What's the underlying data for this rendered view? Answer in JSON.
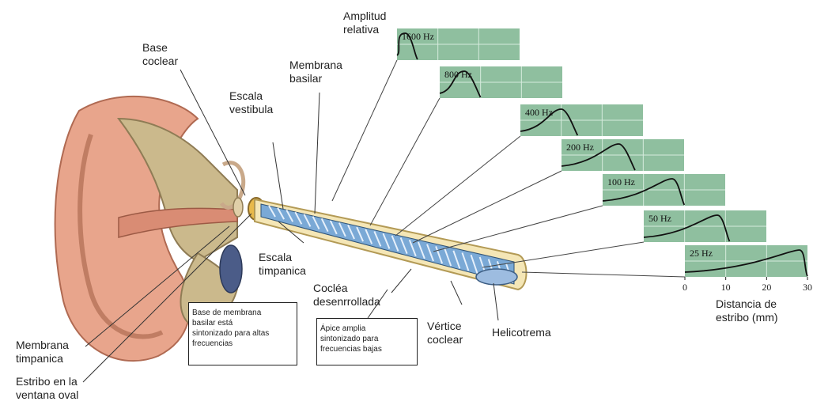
{
  "labels": {
    "base_coclear": [
      "Base",
      "coclear"
    ],
    "membrana_basilar": [
      "Membrana",
      "basilar"
    ],
    "escala_vestibula": [
      "Escala",
      "vestibula"
    ],
    "amplitud_relativa": [
      "Amplitud",
      "relativa"
    ],
    "escala_timpanica": [
      "Escala",
      "timpanica"
    ],
    "coclea_desenrrollada": [
      "Cocléa",
      "desenrrollada"
    ],
    "vertice_coclear": [
      "Vértice",
      "coclear"
    ],
    "helicotrema": "Helicotrema",
    "membrana_timpanica": [
      "Membrana",
      "timpanica"
    ],
    "estribo": [
      "Estribo en la",
      "ventana oval"
    ],
    "distancia": [
      "Distancia de",
      "estribo (mm)"
    ]
  },
  "boxes": {
    "base_membrana": [
      "Base de membrana",
      "basilar está",
      "sintonizado para altas",
      "frecuencias"
    ],
    "apice": [
      "Ápice amplia",
      "sintonizado para",
      "frecuencias bajas"
    ]
  },
  "colors": {
    "panel_bg": "#8fbf9f",
    "panel_grid": "#d6ebdd",
    "curve": "#111111",
    "cochlea_tube": "#f4e6b6",
    "membrane": "#7aa9d6",
    "skin": "#e8a58c"
  },
  "chart_data": {
    "type": "line",
    "title": "",
    "ylabel": "Amplitud relativa",
    "xlabel": "Distancia de estribo (mm)",
    "x_ticks": [
      0,
      10,
      20,
      30
    ],
    "xlim": [
      0,
      30
    ],
    "series": [
      {
        "name": "1600 Hz",
        "peak_mm": 2,
        "end_mm": 5
      },
      {
        "name": "800 Hz",
        "peak_mm": 6,
        "end_mm": 10
      },
      {
        "name": "400 Hz",
        "peak_mm": 10,
        "end_mm": 14
      },
      {
        "name": "200 Hz",
        "peak_mm": 14,
        "end_mm": 18
      },
      {
        "name": "100 Hz",
        "peak_mm": 17,
        "end_mm": 20
      },
      {
        "name": "50 Hz",
        "peak_mm": 18,
        "end_mm": 21
      },
      {
        "name": "25 Hz",
        "peak_mm": 28,
        "end_mm": 30
      }
    ]
  }
}
